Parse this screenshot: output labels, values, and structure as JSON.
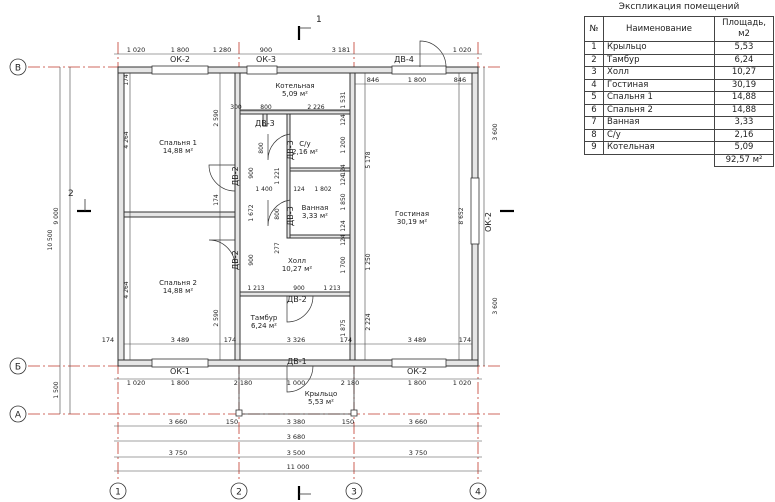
{
  "legend": {
    "title": "Экспликация помещений",
    "col_num": "№",
    "col_name": "Наименование",
    "col_area": "Площадь, м2",
    "rows": [
      {
        "n": "1",
        "name": "Крыльцо",
        "area": "5,53"
      },
      {
        "n": "2",
        "name": "Тамбур",
        "area": "6,24"
      },
      {
        "n": "3",
        "name": "Холл",
        "area": "10,27"
      },
      {
        "n": "4",
        "name": "Гостиная",
        "area": "30,19"
      },
      {
        "n": "5",
        "name": "Спальня 1",
        "area": "14,88"
      },
      {
        "n": "6",
        "name": "Спальня 2",
        "area": "14,88"
      },
      {
        "n": "7",
        "name": "Ванная",
        "area": "3,33"
      },
      {
        "n": "8",
        "name": "С/у",
        "area": "2,16"
      },
      {
        "n": "9",
        "name": "Котельная",
        "area": "5,09"
      }
    ],
    "total": "92,57 м²"
  },
  "axes": {
    "a1": "1",
    "a2": "2",
    "a3": "3",
    "a4": "4",
    "aA": "А",
    "aB": "Б",
    "aV": "В"
  },
  "sections": {
    "s1": "1",
    "s2": "2"
  },
  "rooms": {
    "kotel": "Котельная",
    "kotel_area": "5,09 м²",
    "su": "С/у",
    "su_area": "2,16 м²",
    "bed1": "Спальня 1",
    "bed1_area": "14,88 м²",
    "bath": "Ванная",
    "bath_area": "3,33 м²",
    "living": "Гостиная",
    "living_area": "30,19 м²",
    "hall": "Холл",
    "hall_area": "10,27 м²",
    "bed2": "Спальня 2",
    "bed2_area": "14,88 м²",
    "tambur": "Тамбур",
    "tambur_area": "6,24 м²",
    "porch": "Крыльцо",
    "porch_area": "5,53 м²"
  },
  "marks": {
    "ok2a": "ОК-2",
    "ok3": "ОК-3",
    "dv4": "ДВ-4",
    "dv3a": "ДВ-3",
    "dv3b": "ДВ-3",
    "dv3c": "ДВ-3",
    "dv2a": "ДВ-2",
    "dv2b": "ДВ-2",
    "dv2c": "ДВ-2",
    "ok2right": "ОК-2",
    "dv1": "ДВ-1",
    "ok1": "ОК-1",
    "ok2b": "ОК-2"
  },
  "dims": {
    "t1": "1 020",
    "t2": "1 800",
    "t3": "1 280",
    "t4": "900",
    "t5": "3 181",
    "t6": "1 020",
    "tr1": "846",
    "tr2": "1 800",
    "tr3": "846",
    "k300": "300",
    "k800": "800",
    "k2226": "2 226",
    "k1531": "1 531",
    "k2590a": "2 590",
    "k4264a": "4 264",
    "k174a": "174",
    "k124a": "124",
    "k800b": "800",
    "k1200": "1 200",
    "k124b": "124",
    "k900a": "900",
    "k1221": "1 221",
    "k1400": "1 400",
    "k124c": "124",
    "k1802": "1 802",
    "k124d": "124",
    "k800c": "800",
    "k1850": "1 850",
    "k1672": "1 672",
    "k174b": "174",
    "k124e": "124",
    "k3600a": "3 600",
    "k5178": "5 178",
    "k8652": "8 652",
    "k3600b": "3 600",
    "k9000": "9 000",
    "k10500": "10 500",
    "k1500": "1 500",
    "k277": "277",
    "k124f": "124",
    "k1700": "1 700",
    "k900b": "900",
    "k1250": "1 250",
    "k4264b": "4 264",
    "k1213a": "1 213",
    "k900c": "900",
    "k1213b": "1 213",
    "k2590b": "2 590",
    "k1875": "1 875",
    "k2224": "2 224",
    "r174a": "174",
    "r3489a": "3 489",
    "r174b": "174",
    "r3326": "3 326",
    "r174c": "174",
    "r3489b": "3 489",
    "r174d": "174",
    "b1020a": "1 020",
    "b1800a": "1 800",
    "b2180a": "2 180",
    "b1000": "1 000",
    "b2180b": "2 180",
    "b1800b": "1 800",
    "b1020b": "1 020",
    "p3660a": "3 660",
    "p150a": "150",
    "p3380": "3 380",
    "p150b": "150",
    "p3660b": "3 660",
    "p3680": "3 680",
    "p3750a": "3 750",
    "p3500": "3 500",
    "p3750b": "3 750",
    "p11000": "11 000"
  }
}
